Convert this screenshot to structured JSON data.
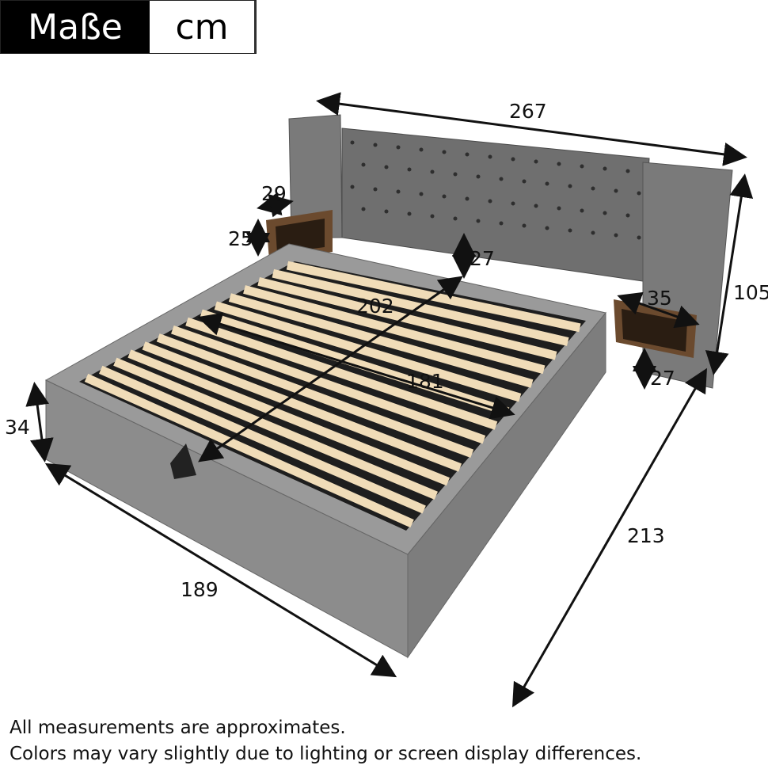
{
  "header": {
    "label": "Maße",
    "unit": "cm"
  },
  "dimensions": {
    "total_width": "267",
    "headboard_height": "105",
    "nightstand_depth": "29",
    "nightstand_height": "25",
    "headboard_clearance": "27",
    "nightstand_width": "35",
    "inner_length": "202",
    "inner_width": "181",
    "nightstand_clearance": "27",
    "frame_height": "34",
    "total_length": "213",
    "frame_width": "189"
  },
  "notes": [
    "All measurements are approximates.",
    "Colors may vary slightly due to lighting or screen display differences."
  ],
  "colors": {
    "frame": "#8a8a8a",
    "slat": "#f0dcb8",
    "wood": "#6b4a2e"
  }
}
